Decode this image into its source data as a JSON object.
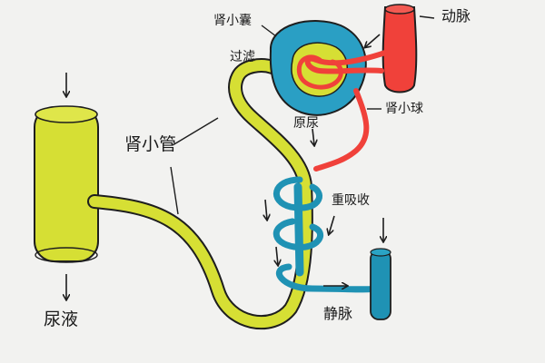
{
  "labels": {
    "bowman_capsule": "肾小囊",
    "filtration": "过滤",
    "artery": "动脉",
    "glomerulus": "肾小球",
    "primary_urine": "原尿",
    "renal_tubule": "肾小管",
    "reabsorption": "重吸收",
    "vein": "静脉",
    "urine": "尿液"
  },
  "colors": {
    "artery": "#f0413a",
    "capsule": "#2a9fc4",
    "tubule": "#d6df34",
    "vein": "#1f92b4",
    "outline": "#1e1e1e",
    "background": "#f2f2f0"
  }
}
